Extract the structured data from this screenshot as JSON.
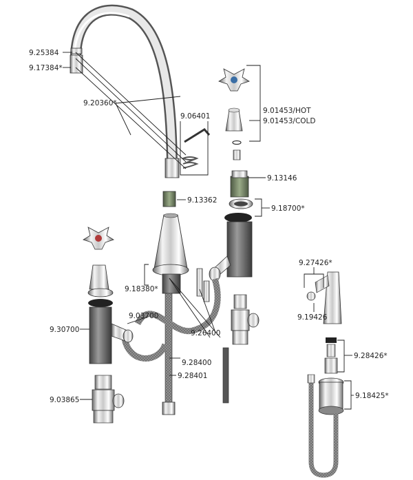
{
  "labels": {
    "p_25384": "9.25384",
    "p_17384": "9.17384*",
    "p_20360": "9.20360*",
    "p_06401": "9.06401",
    "p_01453_hot": "9.01453/HOT",
    "p_01453_cold": "9.01453/COLD",
    "p_13146": "9.13146",
    "p_13362": "9.13362",
    "p_18700": "9.18700*",
    "p_18380": "9.18380*",
    "p_03700": "9.03700",
    "p_30700": "9.30700",
    "p_26400": "9.26400",
    "p_28400": "9.28400",
    "p_28401": "9.28401",
    "p_03865": "9.03865",
    "p_27426": "9.27426*",
    "p_19426": "9.19426",
    "p_28426": "9.28426*",
    "p_18425": "9.18425*"
  },
  "colors": {
    "chrome_light": "#f4f4f4",
    "chrome_mid": "#b8b8b8",
    "chrome_dark": "#5a5a5a",
    "body_dark": "#6e6e6e",
    "hose_pattern": "#8a8a8a",
    "line": "#1a1a1a",
    "cartridge_green": "#7a8a6a"
  }
}
